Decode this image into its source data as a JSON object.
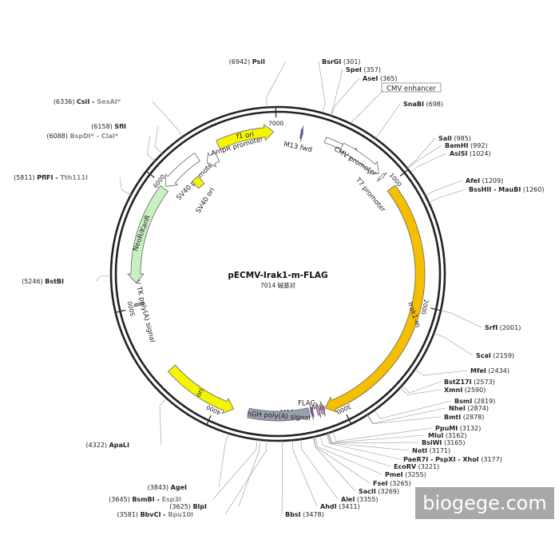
{
  "plasmid": {
    "name": "pECMV-Irak1-m-FLAG",
    "length": 7014,
    "length_label": "7014 碱基对"
  },
  "ticks": [
    {
      "pos": 1000,
      "label": "1000"
    },
    {
      "pos": 2000,
      "label": "2000"
    },
    {
      "pos": 3000,
      "label": "3000"
    },
    {
      "pos": 4000,
      "label": "4000"
    },
    {
      "pos": 5000,
      "label": "5000"
    },
    {
      "pos": 6000,
      "label": "6000"
    },
    {
      "pos": 7000,
      "label": "7000"
    }
  ],
  "features": [
    {
      "id": "cmv-enhancer",
      "label": "CMV enhancer",
      "start": 380,
      "end": 690,
      "dir": 1,
      "color": "#ffffff",
      "kind": "arrow"
    },
    {
      "id": "cmv-promoter",
      "label": "CMV promoter",
      "start": 520,
      "end": 880,
      "dir": 1,
      "color": "#ffffff",
      "kind": "arrow"
    },
    {
      "id": "t7-promoter",
      "label": "T7 promoter",
      "start": 905,
      "end": 925,
      "dir": 1,
      "color": "#ffffff",
      "kind": "arrow"
    },
    {
      "id": "irak1-m",
      "label": "Irak1-m",
      "start": 1030,
      "end": 3128,
      "dir": 1,
      "color": "#f5bf00",
      "kind": "arrow"
    },
    {
      "id": "myc",
      "label": "Myc",
      "start": 3135,
      "end": 3165,
      "dir": -1,
      "color": "#c890c0",
      "kind": "arrow"
    },
    {
      "id": "flag",
      "label": "FLAG",
      "start": 3172,
      "end": 3196,
      "dir": -1,
      "color": "#c890c0",
      "kind": "arrow"
    },
    {
      "id": "m13-rev",
      "label": "M13 rev",
      "start": 3230,
      "end": 3247,
      "dir": 1,
      "color": "#8040c0",
      "kind": "arrow"
    },
    {
      "id": "hgh-polya",
      "label": "hGH poly(A) signal",
      "start": 3260,
      "end": 3740,
      "dir": 1,
      "color": "#9aa0b0",
      "kind": "box"
    },
    {
      "id": "ori",
      "label": "ori",
      "start": 3860,
      "end": 4450,
      "dir": -1,
      "color": "#f5f500",
      "kind": "arrow"
    },
    {
      "id": "hsv-tk-polya",
      "label": "HSV TK poly(A) signal",
      "start": 5010,
      "end": 5030,
      "dir": 1,
      "color": "#9aa0b0",
      "kind": "box"
    },
    {
      "id": "neor-kanr",
      "label": "NeoR/KanR",
      "start": 5190,
      "end": 5980,
      "dir": -1,
      "color": "#c8f0c0",
      "kind": "arrow"
    },
    {
      "id": "sv40-promoter",
      "label": "SV40 promoter",
      "start": 6000,
      "end": 6340,
      "dir": -1,
      "color": "#ffffff",
      "kind": "arrow"
    },
    {
      "id": "sv40-ori",
      "label": "SV40 ori",
      "start": 6180,
      "end": 6250,
      "dir": 1,
      "color": "#f5f500",
      "kind": "box"
    },
    {
      "id": "ampr-promoter",
      "label": "AmpR promoter",
      "start": 6380,
      "end": 6480,
      "dir": -1,
      "color": "#ffffff",
      "kind": "arrow"
    },
    {
      "id": "f1-ori",
      "label": "f1 ori",
      "start": 6530,
      "end": 6980,
      "dir": 1,
      "color": "#f5f500",
      "kind": "arrow"
    },
    {
      "id": "m13-fwd",
      "label": "M13 fwd",
      "start": 180,
      "end": 197,
      "dir": 1,
      "color": "#8040c0",
      "kind": "arrow"
    }
  ],
  "sites": [
    {
      "name": "PsiI",
      "pos": "(6942)",
      "bp": 6942,
      "side": "L",
      "grey": false
    },
    {
      "name": "CsiI",
      "name2": "SexAI*",
      "pos": "(6336)",
      "bp": 6336,
      "side": "L",
      "grey": false
    },
    {
      "name": "SfiI",
      "pos": "(6158)",
      "bp": 6158,
      "side": "L",
      "grey": false
    },
    {
      "name": "BspDI*",
      "name2": "ClaI*",
      "pos": "(6088)",
      "bp": 6088,
      "side": "L",
      "grey": true
    },
    {
      "name": "PflFI",
      "name2": "Tth111I",
      "pos": "(5811)",
      "bp": 5811,
      "side": "L",
      "grey": false
    },
    {
      "name": "BstBI",
      "pos": "(5246)",
      "bp": 5246,
      "side": "L",
      "grey": false
    },
    {
      "name": "ApaLI",
      "pos": "(4322)",
      "bp": 4322,
      "side": "L",
      "grey": false
    },
    {
      "name": "AgeI",
      "pos": "(3843)",
      "bp": 3843,
      "side": "L",
      "grey": false
    },
    {
      "name": "BsmBI",
      "name2": "Esp3I",
      "pos": "(3645)",
      "bp": 3645,
      "side": "L",
      "grey": false
    },
    {
      "name": "BlpI",
      "pos": "(3625)",
      "bp": 3625,
      "side": "L",
      "grey": false
    },
    {
      "name": "BbvCI",
      "name2": "Bpu10I",
      "pos": "(3581)",
      "bp": 3581,
      "side": "L",
      "grey": false
    },
    {
      "name": "BbsI",
      "pos": "(3478)",
      "bp": 3478,
      "side": "R",
      "grey": false
    },
    {
      "name": "AhdI",
      "pos": "(3411)",
      "bp": 3411,
      "side": "R",
      "grey": false
    },
    {
      "name": "AleI",
      "pos": "(3355)",
      "bp": 3355,
      "side": "R",
      "grey": false
    },
    {
      "name": "SacII",
      "pos": "(3269)",
      "bp": 3269,
      "side": "R",
      "grey": false
    },
    {
      "name": "FseI",
      "pos": "(3265)",
      "bp": 3265,
      "side": "R",
      "grey": false
    },
    {
      "name": "PmeI",
      "pos": "(3255)",
      "bp": 3255,
      "side": "R",
      "grey": false
    },
    {
      "name": "EcoRV",
      "pos": "(3221)",
      "bp": 3221,
      "side": "R",
      "grey": false
    },
    {
      "name": "PaeR7I",
      "name2": "PspXI - XhoI",
      "pos": "(3177)",
      "bp": 3177,
      "side": "R",
      "grey": false
    },
    {
      "name": "NotI",
      "pos": "(3171)",
      "bp": 3171,
      "side": "R",
      "grey": false
    },
    {
      "name": "BsiWI",
      "pos": "(3165)",
      "bp": 3165,
      "side": "R",
      "grey": false
    },
    {
      "name": "MluI",
      "pos": "(3162)",
      "bp": 3162,
      "side": "R",
      "grey": false
    },
    {
      "name": "PpuMI",
      "pos": "(3132)",
      "bp": 3132,
      "side": "R",
      "grey": false
    },
    {
      "name": "BmtI",
      "pos": "(2878)",
      "bp": 2878,
      "side": "R",
      "grey": false
    },
    {
      "name": "NheI",
      "pos": "(2874)",
      "bp": 2874,
      "side": "R",
      "grey": false
    },
    {
      "name": "BsmI",
      "pos": "(2819)",
      "bp": 2819,
      "side": "R",
      "grey": false
    },
    {
      "name": "XmnI",
      "pos": "(2590)",
      "bp": 2590,
      "side": "R",
      "grey": false
    },
    {
      "name": "BstZ17I",
      "pos": "(2573)",
      "bp": 2573,
      "side": "R",
      "grey": false
    },
    {
      "name": "MfeI",
      "pos": "(2434)",
      "bp": 2434,
      "side": "R",
      "grey": false
    },
    {
      "name": "ScaI",
      "pos": "(2159)",
      "bp": 2159,
      "side": "R",
      "grey": false
    },
    {
      "name": "SrfI",
      "pos": "(2001)",
      "bp": 2001,
      "side": "R",
      "grey": false
    },
    {
      "name": "BssHII",
      "name2": "MauBI",
      "pos": "(1260)",
      "bp": 1260,
      "side": "R",
      "grey": false
    },
    {
      "name": "AfeI",
      "pos": "(1209)",
      "bp": 1209,
      "side": "R",
      "grey": false
    },
    {
      "name": "AsiSI",
      "pos": "(1024)",
      "bp": 1024,
      "side": "R",
      "grey": false
    },
    {
      "name": "BamHI",
      "pos": "(992)",
      "bp": 992,
      "side": "R",
      "grey": false
    },
    {
      "name": "SalI",
      "pos": "(985)",
      "bp": 985,
      "side": "R",
      "grey": false
    },
    {
      "name": "SnaBI",
      "pos": "(698)",
      "bp": 698,
      "side": "R",
      "grey": false
    },
    {
      "name": "AseI",
      "pos": "(365)",
      "bp": 365,
      "side": "R",
      "grey": false
    },
    {
      "name": "SpeI",
      "pos": "(357)",
      "bp": 357,
      "side": "R",
      "grey": false
    },
    {
      "name": "BsrGI",
      "pos": "(301)",
      "bp": 301,
      "side": "R",
      "grey": false
    }
  ],
  "watermark": "biogege.com"
}
